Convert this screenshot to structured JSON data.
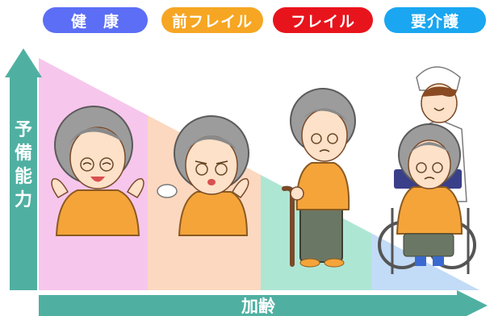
{
  "stages": [
    {
      "label": "健　康",
      "color": "#5b6ef5"
    },
    {
      "label": "前フレイル",
      "color": "#f6a623"
    },
    {
      "label": "フレイル",
      "color": "#e8141c"
    },
    {
      "label": "要介護",
      "color": "#1aa6f0"
    }
  ],
  "band_colors": [
    "#f7c6ec",
    "#fcd8c0",
    "#aee6d4",
    "#c2dbf7"
  ],
  "axes": {
    "y_label_chars": [
      "予",
      "備",
      "能",
      "力"
    ],
    "x_label": "加齢",
    "arrow_color": "#4fb0a2"
  },
  "figures": [
    {
      "name": "healthy-elder-figure",
      "icon": "smiling-grandma-arms-open"
    },
    {
      "name": "prefrail-elder-figure",
      "icon": "tired-grandma-sighing"
    },
    {
      "name": "frail-elder-figure",
      "icon": "grandma-with-cane"
    },
    {
      "name": "care-elder-figure",
      "icon": "grandma-in-wheelchair-with-nurse"
    }
  ]
}
